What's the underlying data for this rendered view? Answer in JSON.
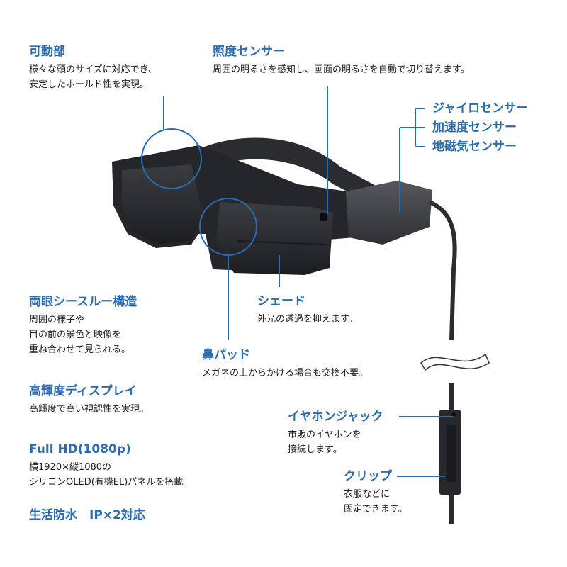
{
  "colors": {
    "accent": "#2a6cb0",
    "text": "#1e1e1e",
    "product": "#2b2d30",
    "background": "#ffffff"
  },
  "product_image": {
    "name": "smart-glasses-with-controller-cable"
  },
  "callouts": {
    "movable_part": {
      "title": "可動部",
      "lines": [
        "様々な頭のサイズに対応でき、",
        "安定したホールド性を実現。"
      ]
    },
    "light_sensor": {
      "title": "照度センサー",
      "lines": [
        "周囲の明るさを感知し、画面の明るさを自動で切り替えます。"
      ]
    },
    "sensors": {
      "items": [
        "ジャイロセンサー",
        "加速度センサー",
        "地磁気センサー"
      ]
    },
    "see_through": {
      "title": "両眼シースルー構造",
      "lines": [
        "周囲の様子や",
        "目の前の景色と映像を",
        "重ね合わせて見られる。"
      ]
    },
    "shade": {
      "title": "シェード",
      "lines": [
        "外光の透過を抑えます。"
      ]
    },
    "nose_pad": {
      "title": "鼻パッド",
      "lines": [
        "メガネの上からかける場合も交換不要。"
      ]
    },
    "high_brightness": {
      "title": "高輝度ディスプレイ",
      "lines": [
        "高輝度で高い視認性を実現。"
      ]
    },
    "full_hd": {
      "title": "Full HD(1080p)",
      "lines": [
        "横1920×縦1080の",
        "シリコンOLED(有機EL)パネルを搭載。"
      ]
    },
    "waterproof": {
      "title": "生活防水　IP×2対応"
    },
    "earphone_jack": {
      "title": "イヤホンジャック",
      "lines": [
        "市販のイヤホンを",
        "接続します。"
      ]
    },
    "clip": {
      "title": "クリップ",
      "lines": [
        "衣服などに",
        "固定できます。"
      ]
    }
  }
}
